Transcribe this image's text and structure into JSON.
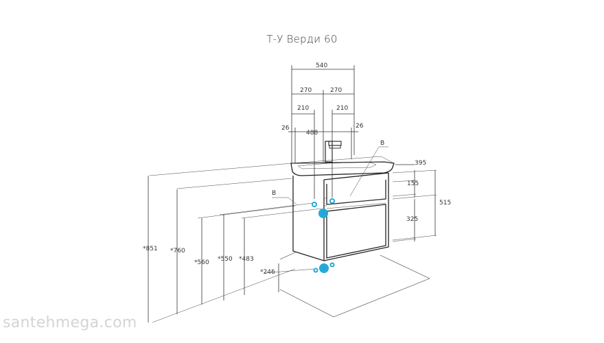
{
  "title": "Т-У Верди 60",
  "watermark": "santehmega.com",
  "colors": {
    "line": "#333333",
    "connector": "#1fa8d8",
    "watermark": "#d4d4d4"
  },
  "labels": {
    "overall_width": "540",
    "half_width_left": "270",
    "half_width_right": "270",
    "offset_left": "210",
    "offset_right": "210",
    "inner_width": "488",
    "margin_left": "26",
    "margin_right": "26",
    "depth": "395",
    "drawer_height": "155",
    "cabinet_height": "515",
    "bottom_section": "325",
    "height_851": "*851",
    "height_760": "*760",
    "height_560": "*560",
    "height_550": "*550",
    "height_483": "*483",
    "height_246": "*246",
    "marker_b_left": "B",
    "marker_b_right": "B"
  }
}
